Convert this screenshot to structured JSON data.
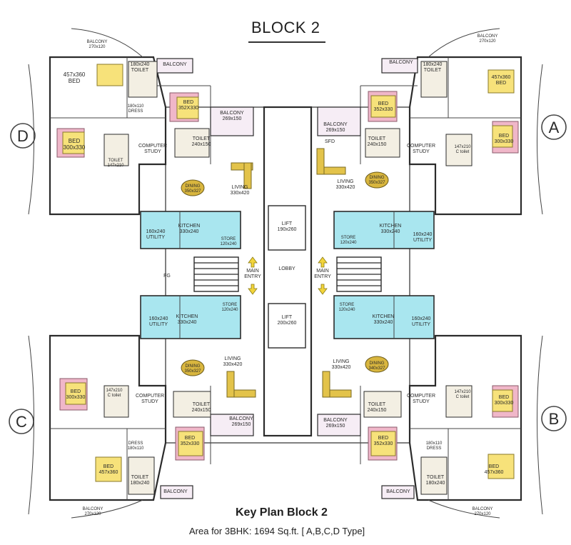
{
  "header": {
    "block_title": "BLOCK 2"
  },
  "footer": {
    "plan_title": "Key Plan Block 2",
    "area_text": "Area for 3BHK: 1694 Sq.ft. [ A,B,C,D Type]"
  },
  "unit_markers": [
    "D",
    "A",
    "C",
    "B"
  ],
  "core": {
    "lobby": "LOBBY",
    "main_entry": "MAIN\nENTRY",
    "lift_top": "LIFT\n190x260",
    "lift_bottom": "LIFT\n200x260",
    "fg": "FG"
  },
  "labels": {
    "balcony": "BALCONY",
    "balcony_270": "BALCONY\n270x120",
    "balcony_269": "BALCONY\n269x150",
    "bed_457": "457x360\nBED",
    "bed_457b": "BED\n457x360",
    "bed_300": "BED\n300x330",
    "bed_352": "BED\n352x330",
    "bed_352b": "BED\n352X330",
    "toilet_180": "180x240\nTOILET",
    "toilet_180b": "TOILET\n180x240",
    "toilet_240": "TOILET\n240x150",
    "toilet_147": "TOILET\n147x210",
    "toilet_147b": "147x210\nC toilet",
    "dress": "180x110\nDRESS",
    "dress_b": "DRESS\n180x110",
    "computer": "COMPUTER\nSTUDY",
    "living": "LIVING\n330x420",
    "dining": "DINING\n350x327",
    "dining_b": "DINING\n340x327",
    "kitchen": "KITCHEN\n330x240",
    "utility": "160x240\nUTILITY",
    "store": "STORE\n120x240",
    "sfd": "SFD"
  },
  "colors": {
    "kitchen": "#a9e6ef",
    "bed_yellow": "#f7e27a",
    "bed_pink": "#f0b7c9",
    "furniture": "#e3c34a"
  }
}
